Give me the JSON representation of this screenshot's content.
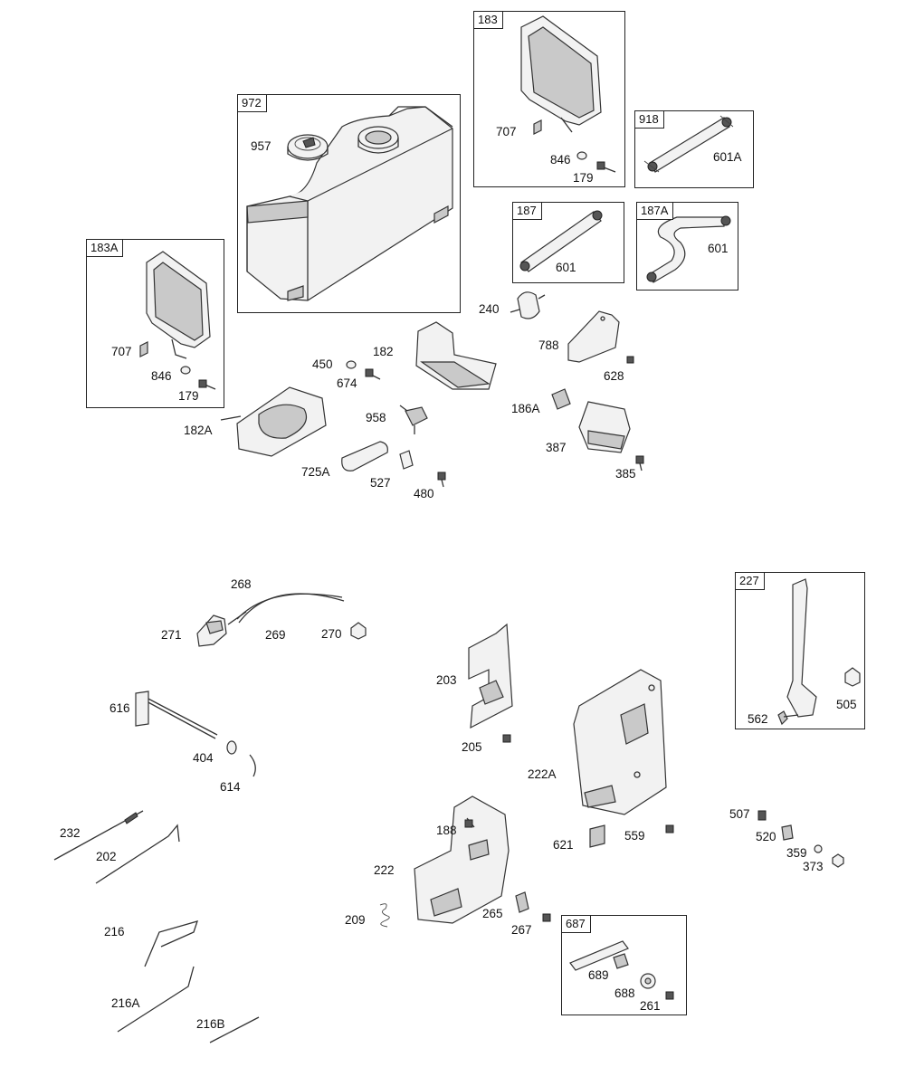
{
  "boxes": {
    "b972": "972",
    "b183": "183",
    "b918": "918",
    "b187": "187",
    "b187A": "187A",
    "b183A": "183A",
    "b227": "227",
    "b687": "687"
  },
  "labels": {
    "l957": "957",
    "l707a": "707",
    "l846a": "846",
    "l179a": "179",
    "l601A": "601A",
    "l601a": "601",
    "l601b": "601",
    "l240": "240",
    "l788": "788",
    "l628": "628",
    "l707b": "707",
    "l846b": "846",
    "l179b": "179",
    "l450": "450",
    "l674": "674",
    "l182": "182",
    "l182A": "182A",
    "l958": "958",
    "l725A": "725A",
    "l527": "527",
    "l480": "480",
    "l186A": "186A",
    "l387": "387",
    "l385": "385",
    "l268": "268",
    "l271": "271",
    "l269": "269",
    "l270": "270",
    "l616": "616",
    "l404": "404",
    "l614": "614",
    "l203": "203",
    "l205": "205",
    "l222A": "222A",
    "l562": "562",
    "l505": "505",
    "l232": "232",
    "l202": "202",
    "l188": "188",
    "l222": "222",
    "l621": "621",
    "l559": "559",
    "l507": "507",
    "l520": "520",
    "l359": "359",
    "l373": "373",
    "l209": "209",
    "l265": "265",
    "l267": "267",
    "l689": "689",
    "l688": "688",
    "l261": "261",
    "l216": "216",
    "l216A": "216A",
    "l216B": "216B"
  }
}
